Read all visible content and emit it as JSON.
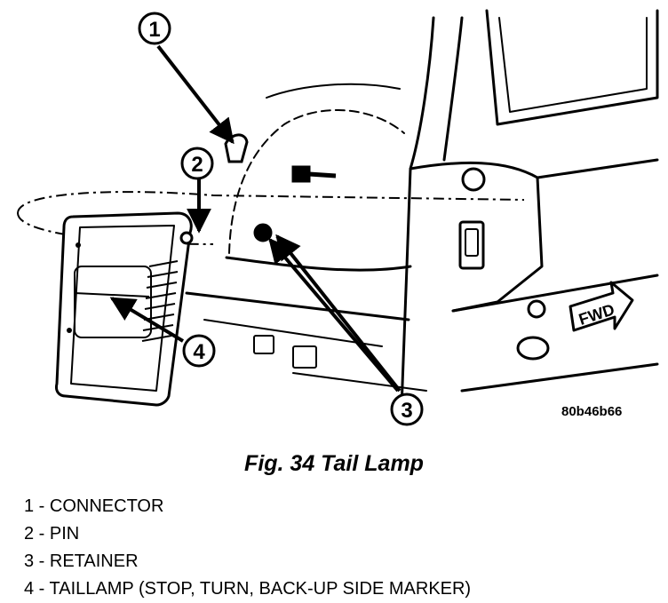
{
  "figure": {
    "reference_code": "80b46b66",
    "caption": "Fig. 34 Tail Lamp",
    "forward_marker": "FWD"
  },
  "callouts": [
    {
      "number": "1",
      "label": "CONNECTOR"
    },
    {
      "number": "2",
      "label": "PIN"
    },
    {
      "number": "3",
      "label": "RETAINER"
    },
    {
      "number": "4",
      "label": "TAILLAMP (STOP, TURN, BACK-UP SIDE MARKER)"
    }
  ],
  "legend": [
    "1 - CONNECTOR",
    "2 - PIN",
    "3 - RETAINER",
    "4 - TAILLAMP (STOP, TURN, BACK-UP SIDE MARKER)"
  ]
}
